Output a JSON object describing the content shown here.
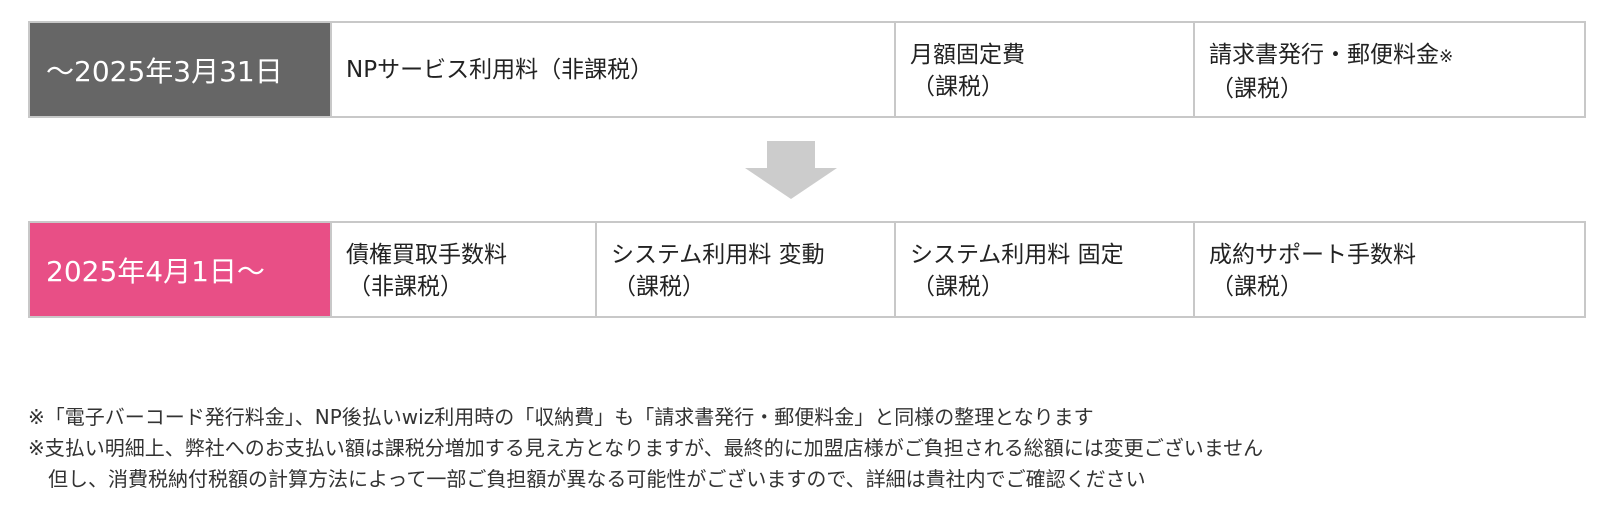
{
  "before": {
    "period": "～2025年3月31日",
    "cells": [
      {
        "line1": "NPサービス利用料（非課税）",
        "line2": ""
      },
      {
        "line1": "月額固定費",
        "line2": "（課税）"
      },
      {
        "line1": "請求書発行・郵便料金",
        "mark": "※",
        "line2": "（課税）"
      }
    ]
  },
  "after": {
    "period": "2025年4月1日～",
    "cells": [
      {
        "line1": "債権買取手数料",
        "line2": "（非課税）"
      },
      {
        "line1": "システム利用料 変動",
        "line2": "（課税）"
      },
      {
        "line1": "システム利用料 固定",
        "line2": "（課税）"
      },
      {
        "line1": "成約サポート手数料",
        "line2": "（課税）"
      }
    ]
  },
  "arrow_icon": "down-arrow-icon",
  "colors": {
    "before_period_bg": "#666666",
    "after_period_bg": "#e84f86",
    "arrow": "#cccccc",
    "border": "#c8c8c8"
  },
  "notes": [
    "※「電子バーコード発行料金」、NP後払いwiz利用時の「収納費」も「請求書発行・郵便料金」と同様の整理となります",
    "※支払い明細上、弊社へのお支払い額は課税分増加する見え方となりますが、最終的に加盟店様がご負担される総額には変更ございません",
    "但し、消費税納付税額の計算方法によって一部ご負担額が異なる可能性がございますので、詳細は貴社内でご確認ください"
  ]
}
